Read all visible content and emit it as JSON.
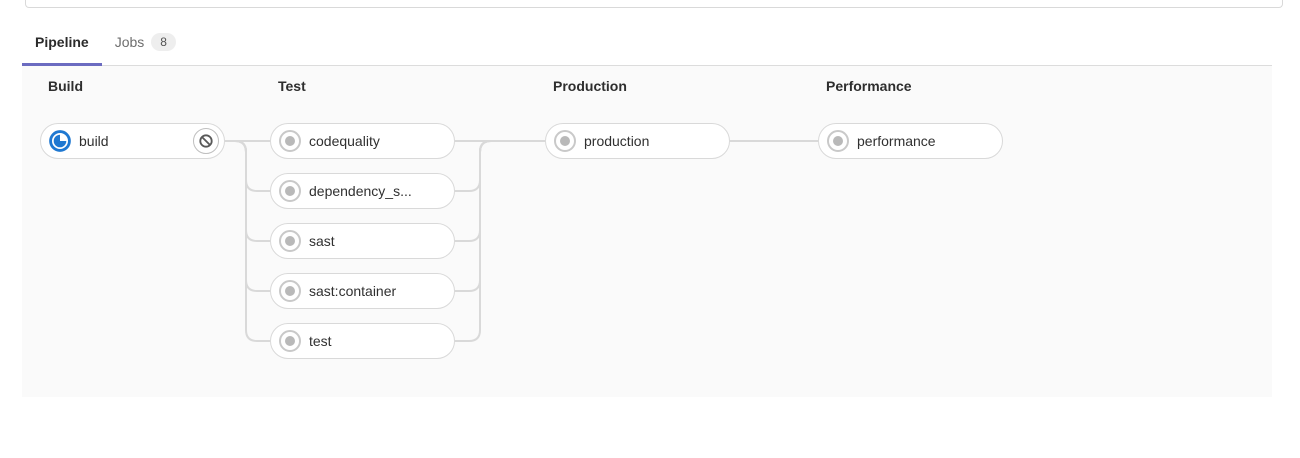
{
  "tabs": [
    {
      "label": "Pipeline",
      "active": true
    },
    {
      "label": "Jobs",
      "badge": "8"
    }
  ],
  "pipeline": {
    "stages": [
      {
        "name": "Build",
        "jobs": [
          {
            "label": "build",
            "status": "running",
            "action": "cancel"
          }
        ]
      },
      {
        "name": "Test",
        "jobs": [
          {
            "label": "codequality",
            "status": "created"
          },
          {
            "label": "dependency_s...",
            "status": "created"
          },
          {
            "label": "sast",
            "status": "created"
          },
          {
            "label": "sast:container",
            "status": "created"
          },
          {
            "label": "test",
            "status": "created"
          }
        ]
      },
      {
        "name": "Production",
        "jobs": [
          {
            "label": "production",
            "status": "created"
          }
        ]
      },
      {
        "name": "Performance",
        "jobs": [
          {
            "label": "performance",
            "status": "created"
          }
        ]
      }
    ]
  },
  "icons": {
    "running": "running-status-icon",
    "created": "created-status-icon",
    "cancel": "cancel-ban-icon"
  },
  "colors": {
    "accent_underline": "#6b6bc0",
    "running_blue": "#1f78d1",
    "created_gray": "#c9c9c9",
    "connector": "#d9d9d9",
    "graph_background": "#fafafa",
    "pill_border": "#d9d9d9",
    "tab_border": "#dcdcdc"
  }
}
